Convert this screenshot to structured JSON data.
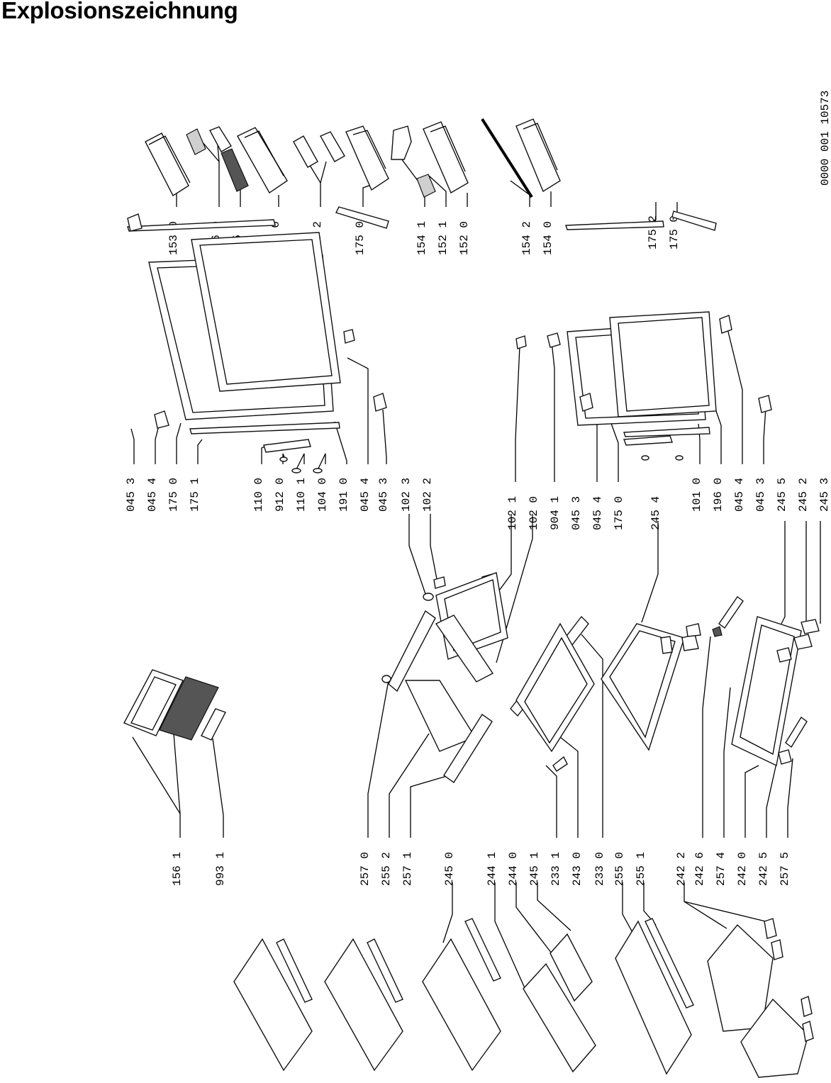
{
  "page": {
    "title": "Explosionszeichnung"
  },
  "drawing": {
    "document_number": "0000 001 10573",
    "part_numbers": [
      "153 0",
      "156 0",
      "155 1",
      "155 0",
      "156 2",
      "175 0",
      "154 1",
      "152 1",
      "152 0",
      "154 2",
      "154 0",
      "175 2",
      "175 0",
      "045 3",
      "045 4",
      "175 0",
      "175 1",
      "110 0",
      "912 0",
      "110 1",
      "104 0",
      "191 0",
      "045 4",
      "045 3",
      "102 3",
      "102 2",
      "102 1",
      "102 0",
      "904 1",
      "045 3",
      "045 4",
      "175 0",
      "245 4",
      "101 0",
      "196 0",
      "045 4",
      "045 3",
      "245 5",
      "245 2",
      "245 3",
      "156 1",
      "993 1",
      "257 0",
      "255 2",
      "257 1",
      "245 0",
      "244 1",
      "244 0",
      "245 1",
      "233 1",
      "243 0",
      "233 0",
      "255 0",
      "255 1",
      "242 2",
      "242 6",
      "257 4",
      "242 0",
      "242 5",
      "257 5"
    ]
  }
}
